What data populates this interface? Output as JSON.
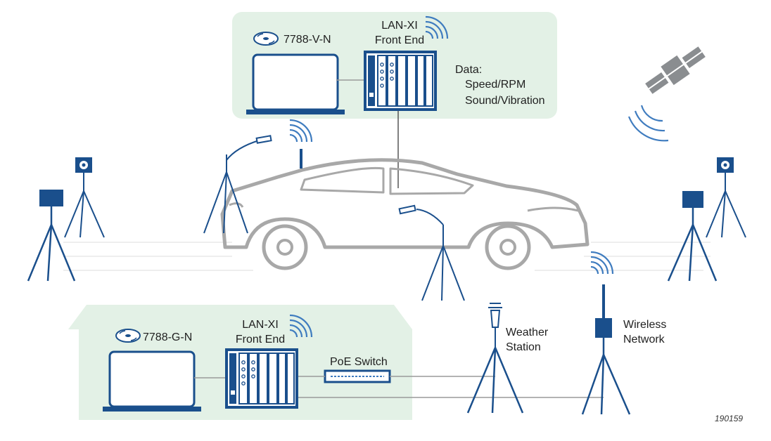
{
  "colors": {
    "blue": "#1a4f8c",
    "light_blue": "#3f7cbf",
    "panel_green": "#e3f1e6",
    "car_gray": "#a8a8a8",
    "line_gray": "#9a9a9a",
    "satellite_gray": "#8a8d90"
  },
  "vehicle_setup": {
    "software": "7788-V-N",
    "front_end": [
      "LAN-XI",
      "Front End"
    ],
    "data_title": "Data:",
    "data_items": [
      "Speed/RPM",
      "Sound/Vibration"
    ]
  },
  "ground_setup": {
    "software": "7788-G-N",
    "front_end": [
      "LAN-XI",
      "Front End"
    ],
    "switch": "PoE Switch"
  },
  "weather_station": [
    "Weather",
    "Station"
  ],
  "wireless_network": [
    "Wireless",
    "Network"
  ],
  "figure_id": "190159",
  "icons": [
    "cd-icon",
    "laptop-icon",
    "front-end-icon",
    "wireless-icon",
    "satellite-icon",
    "microphone-icon",
    "camera-icon",
    "weather-station-icon",
    "antenna-icon",
    "tripod-icon",
    "car-icon",
    "switch-icon"
  ]
}
